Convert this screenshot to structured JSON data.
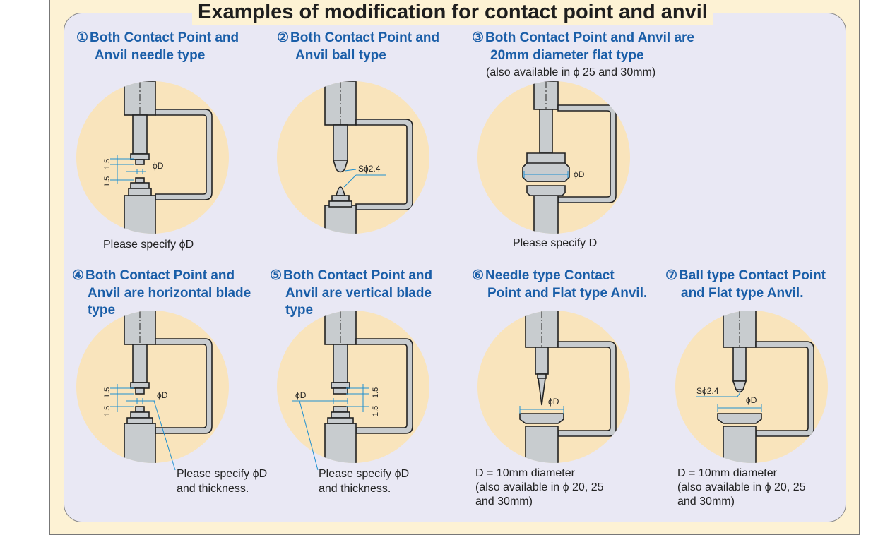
{
  "title": "Examples of modification for contact point and anvil",
  "items": [
    {
      "num": "①",
      "line1": "Both Contact Point and",
      "line2": "Anvil needle type",
      "line3": "",
      "note1": "",
      "note2": "",
      "note3": "",
      "spec": "Please specify ϕD",
      "spec2": ""
    },
    {
      "num": "②",
      "line1": "Both Contact Point and",
      "line2": "Anvil  ball type",
      "line3": "",
      "note1": "",
      "note2": "",
      "note3": "",
      "spec": "",
      "spec2": ""
    },
    {
      "num": "③",
      "line1": "Both Contact Point and Anvil are",
      "line2": "20mm diameter flat type",
      "line3": "",
      "note1": "(also available in ϕ 25 and 30mm)",
      "note2": "",
      "note3": "",
      "spec": "Please specify D",
      "spec2": ""
    },
    {
      "num": "④",
      "line1": "Both Contact Point and",
      "line2": "Anvil are horizontal blade",
      "line3": "type",
      "note1": "",
      "note2": "",
      "note3": "",
      "spec": "Please specify ϕD",
      "spec2": "and thickness."
    },
    {
      "num": "⑤",
      "line1": "Both Contact Point and",
      "line2": "Anvil are vertical blade",
      "line3": "type",
      "note1": "",
      "note2": "",
      "note3": "",
      "spec": "Please specify ϕD",
      "spec2": "and thickness."
    },
    {
      "num": "⑥",
      "line1": "Needle type Contact",
      "line2": "Point and Flat type Anvil.",
      "line3": "",
      "note1": "D = 10mm diameter",
      "note2": "(also available in ϕ 20, 25",
      "note3": "and 30mm)",
      "spec": "",
      "spec2": ""
    },
    {
      "num": "⑦",
      "line1": "Ball type Contact Point",
      "line2": "and Flat type Anvil.",
      "line3": "",
      "note1": "D = 10mm diameter",
      "note2": "(also available in ϕ 20, 25",
      "note3": "and 30mm)",
      "spec": "",
      "spec2": ""
    }
  ],
  "dims": {
    "d": "ϕD",
    "sphere": "Sϕ2.4",
    "one_five": "1.5"
  },
  "colors": {
    "outer_bg": "#fdf2d4",
    "panel_bg": "#e9e8f4",
    "caption": "#1a5ea8",
    "circle_fill": "#f9e4bc",
    "frame_fill": "#c8cccf",
    "dim_line": "#1e8fd0"
  }
}
